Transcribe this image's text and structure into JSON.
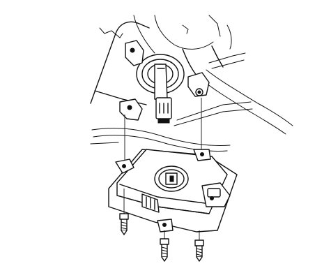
{
  "diagram": {
    "kind": "line-art exploded view",
    "parts": [
      {
        "id": "headlight-housing-socket",
        "icon": "bulb-socket-icon"
      },
      {
        "id": "ballast-control-unit",
        "icon": "ballast-unit-icon"
      },
      {
        "id": "mounting-bolt-left",
        "icon": "bolt-icon"
      },
      {
        "id": "mounting-bolt-center",
        "icon": "bolt-icon"
      },
      {
        "id": "mounting-bolt-right",
        "icon": "bolt-icon"
      }
    ],
    "colors": {
      "stroke": "#111111",
      "background": "#ffffff"
    }
  }
}
